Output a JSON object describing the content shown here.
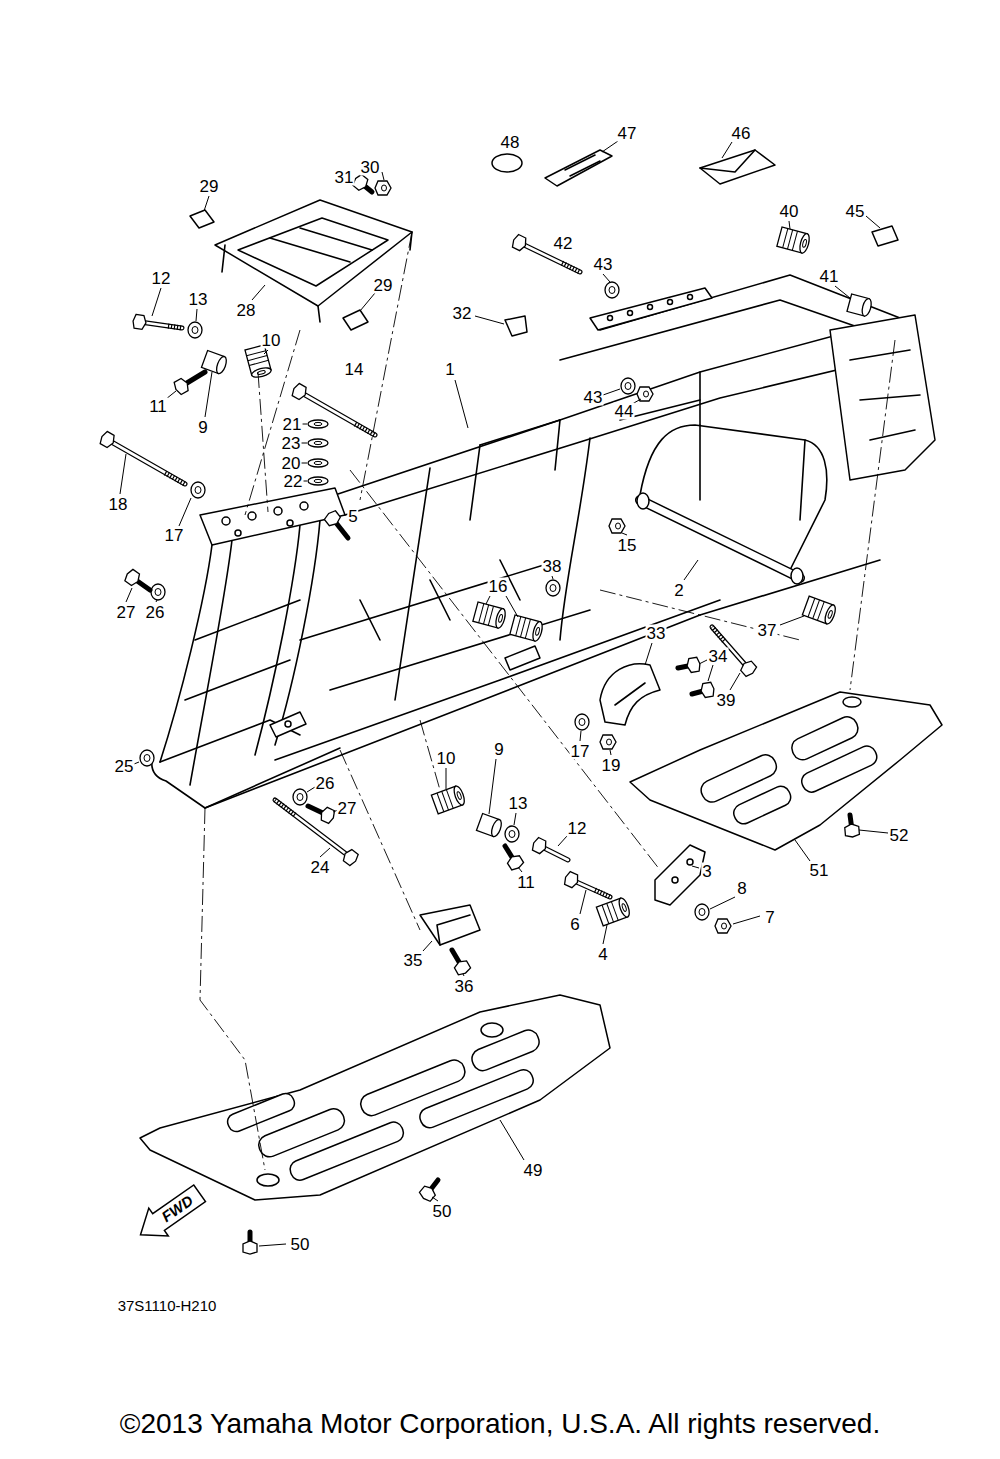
{
  "diagram": {
    "caption": "©2013 Yamaha Motor Corporation, U.S.A. All rights reserved.",
    "nodes": [
      {
        "text": [
          "FWD"
        ]
      }
    ],
    "labels": [
      "48",
      "47",
      "46",
      "30",
      "31",
      "29",
      "40",
      "45",
      "42",
      "43",
      "41",
      "12",
      "29",
      "13",
      "28",
      "32",
      "10",
      "14",
      "1",
      "43",
      "11",
      "44",
      "21",
      "9",
      "23",
      "20",
      "22",
      "18",
      "5",
      "17",
      "15",
      "38",
      "16",
      "2",
      "27",
      "26",
      "37",
      "33",
      "34",
      "39",
      "9",
      "17",
      "10",
      "19",
      "25",
      "26",
      "13",
      "27",
      "12",
      "52",
      "24",
      "3",
      "51",
      "11",
      "8",
      "7",
      "6",
      "4",
      "35",
      "36",
      "49",
      "50",
      "50",
      "37S1110-H210"
    ]
  }
}
